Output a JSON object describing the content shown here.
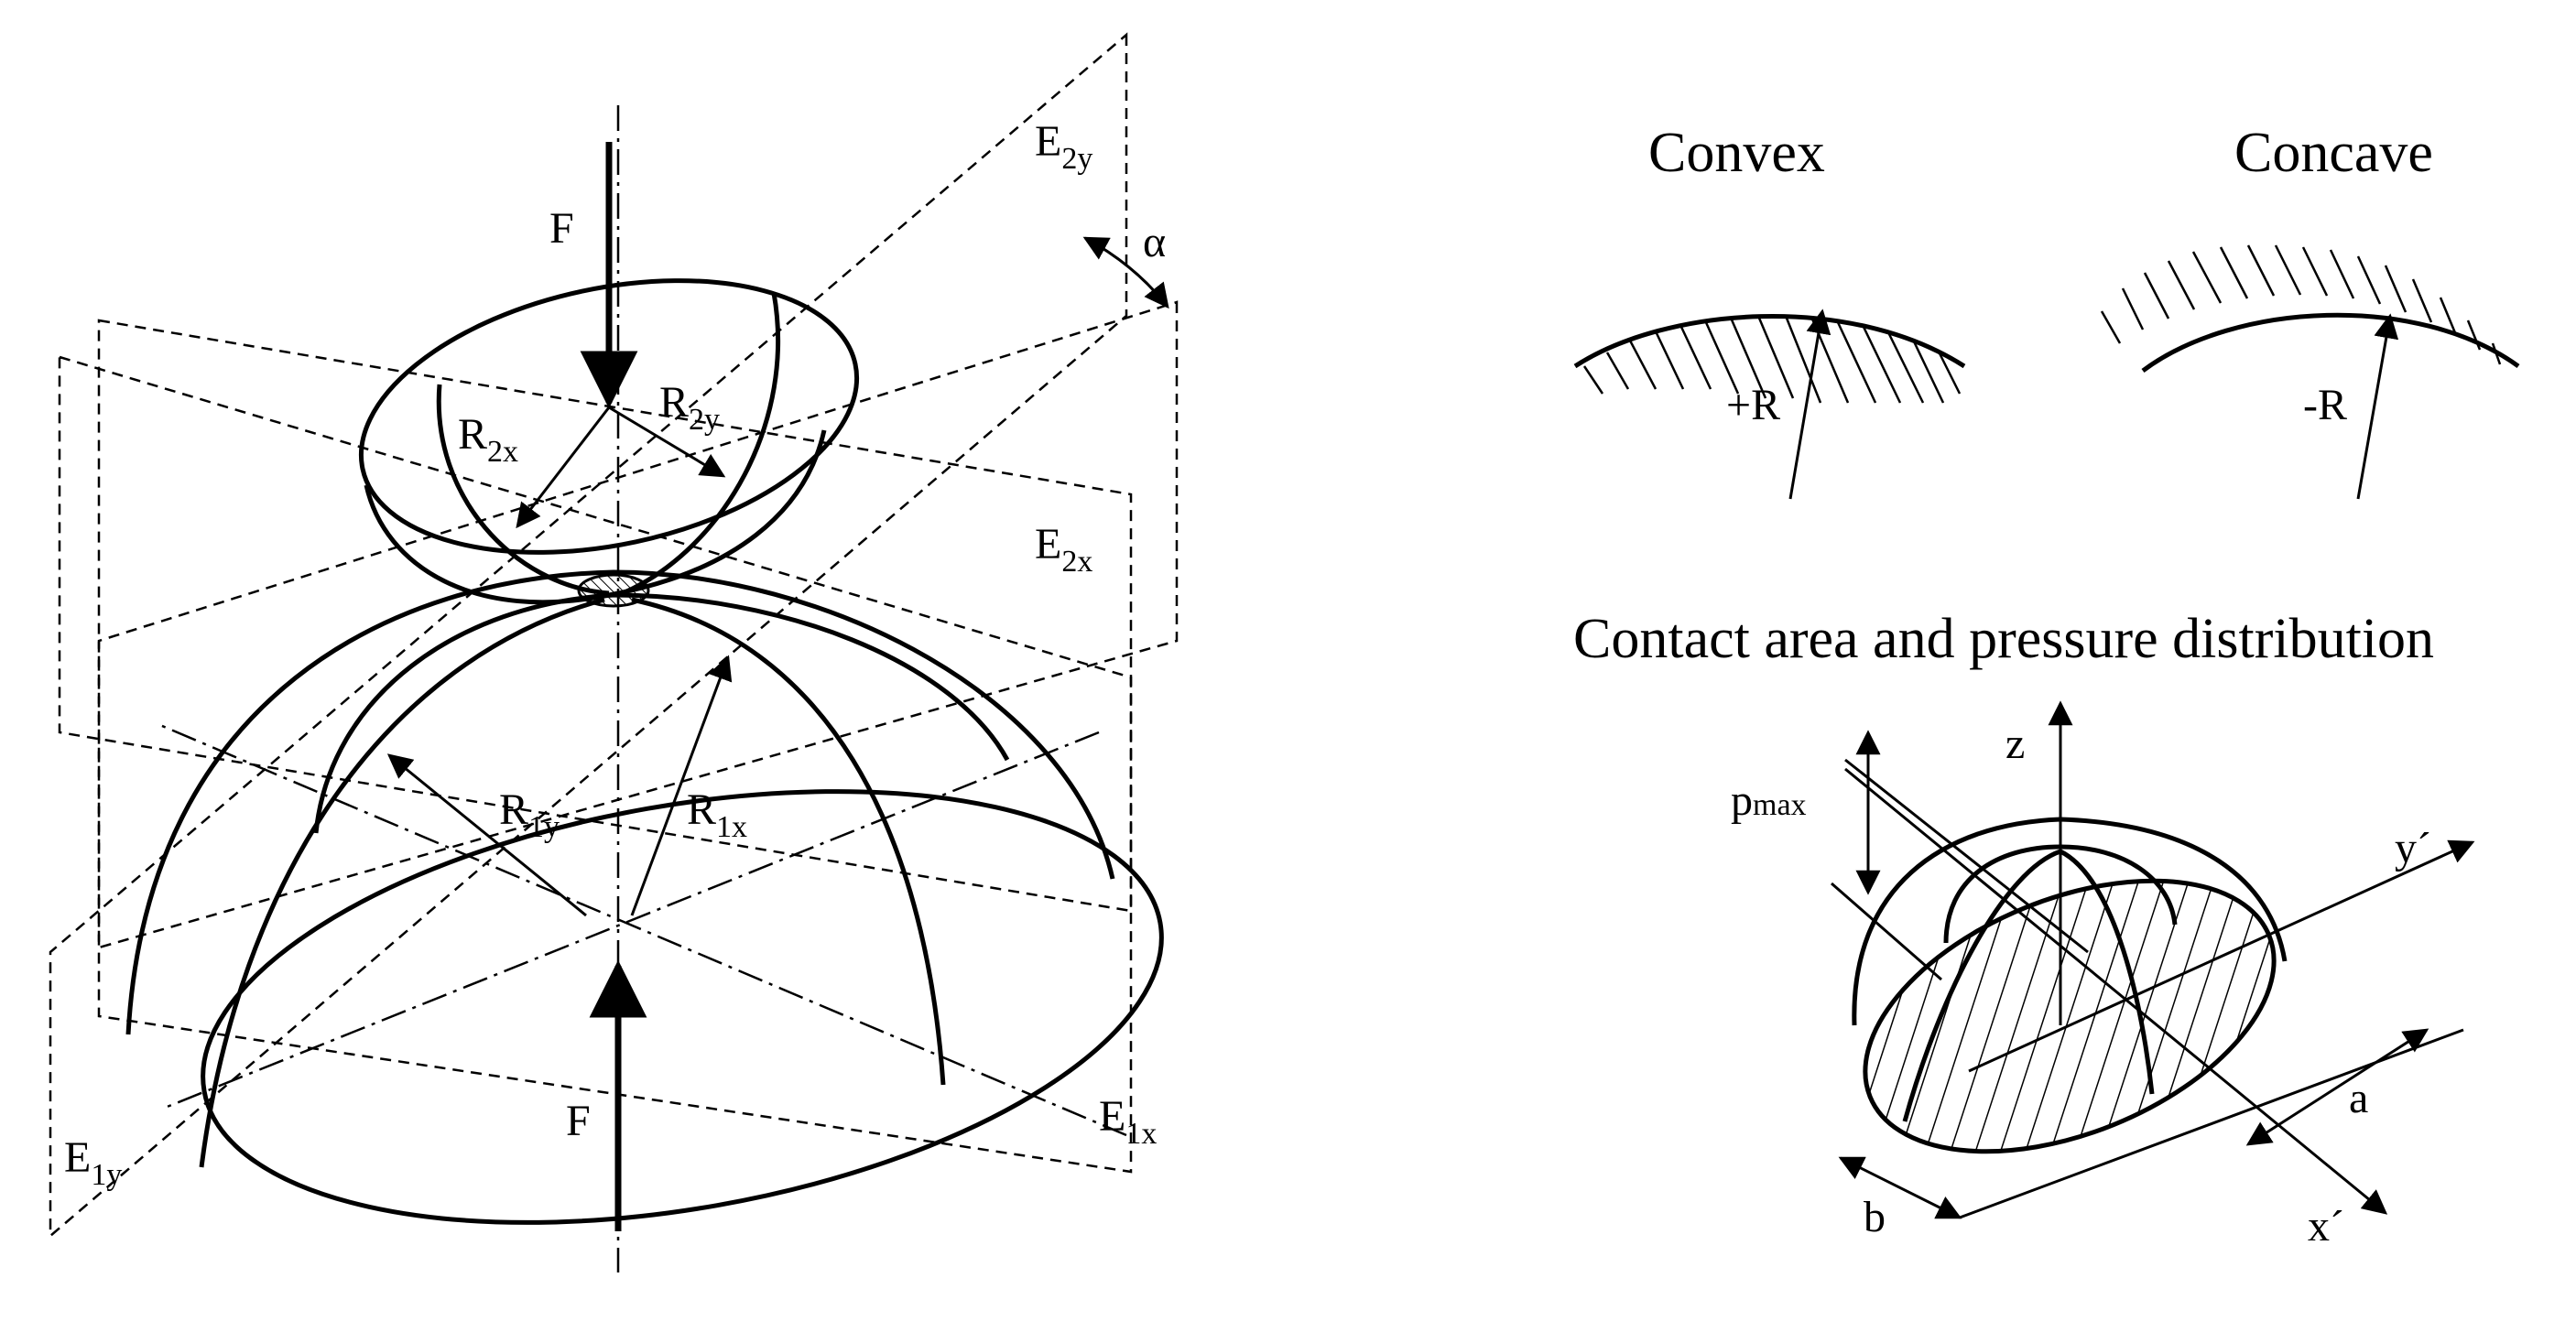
{
  "left": {
    "labels": {
      "force_top": "F",
      "force_bottom": "F",
      "angle": "α",
      "plane_E2y": {
        "main": "E",
        "sub": "2y"
      },
      "plane_E2x": {
        "main": "E",
        "sub": "2x"
      },
      "plane_E1y": {
        "main": "E",
        "sub": "1y"
      },
      "plane_E1x": {
        "main": "E",
        "sub": "1x"
      },
      "radius_R2x": {
        "main": "R",
        "sub": "2x"
      },
      "radius_R2y": {
        "main": "R",
        "sub": "2y"
      },
      "radius_R1y": {
        "main": "R",
        "sub": "1y"
      },
      "radius_R1x": {
        "main": "R",
        "sub": "1x"
      }
    }
  },
  "right": {
    "convex": {
      "title": "Convex",
      "radius_label": "+R"
    },
    "concave": {
      "title": "Concave",
      "radius_label": "-R"
    },
    "contact": {
      "title": "Contact area and pressure distribution",
      "axis_z": "z",
      "axis_y": "y´",
      "axis_x": "x´",
      "pmax": {
        "main": "p",
        "sub": "max"
      },
      "semi_axis_a": "a",
      "semi_axis_b": "b"
    }
  }
}
